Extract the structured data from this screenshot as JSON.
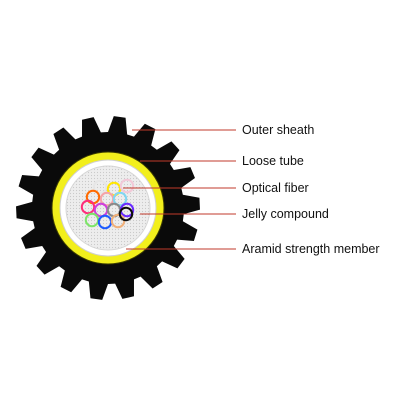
{
  "labels": {
    "outer_sheath": "Outer sheath",
    "loose_tube": "Loose tube",
    "optical_fiber": "Optical fiber",
    "jelly_compound": "Jelly compound",
    "aramid": "Aramid strength member"
  },
  "colors": {
    "sheath": "#0a0a0a",
    "aramid": "#f2ef1c",
    "loose_tube": "#ffffff",
    "jelly": "#e9e9e9",
    "leader_line": "#c0392b",
    "fibers": [
      "#e6e6e6",
      "#ffe600",
      "#f2c9d8",
      "#ff6a00",
      "#f5a3a8",
      "#7fd6f2",
      "#ff2d7a",
      "#cf3fdc",
      "#8a8a8a",
      "#6a2cff",
      "#7ee46a",
      "#1d5bff",
      "#f0b07a",
      "#0d0d0d"
    ]
  }
}
